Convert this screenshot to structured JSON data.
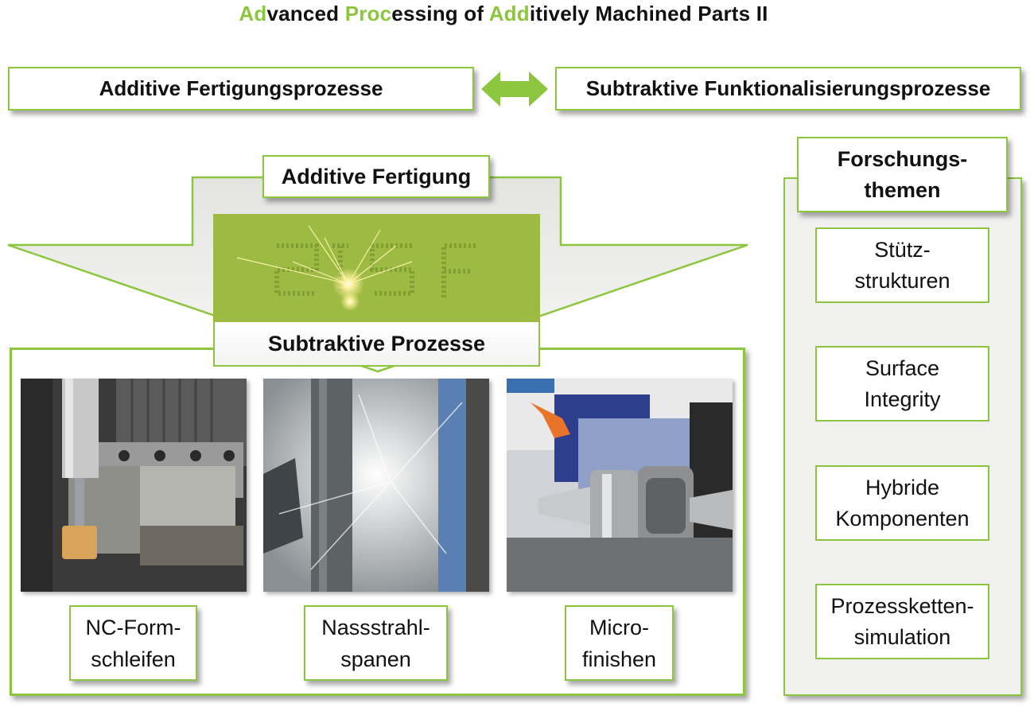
{
  "title": {
    "p1": "Ad",
    "p2": "vanced ",
    "p3": "Proc",
    "p4": "essing of ",
    "p5": "Add",
    "p6": "itively Machined Parts II"
  },
  "top_row": {
    "left": "Additive Fertigungsprozesse",
    "right": "Subtraktive Funktionalisierungsprozesse"
  },
  "funnel": {
    "top_label": "Additive Fertigung",
    "bottom_label": "Subtraktive Prozesse"
  },
  "photos": [
    {
      "label_line1": "NC-Form-",
      "label_line2": "schleifen"
    },
    {
      "label_line1": "Nassstrahl-",
      "label_line2": "spanen"
    },
    {
      "label_line1": "Micro-",
      "label_line2": "finishen"
    }
  ],
  "research": {
    "heading_line1": "Forschungs-",
    "heading_line2": "themen",
    "topics": [
      {
        "line1": "Stütz-",
        "line2": "strukturen"
      },
      {
        "line1": "Surface",
        "line2": "Integrity"
      },
      {
        "line1": "Hybride",
        "line2": "Komponenten"
      },
      {
        "line1": "Prozessketten-",
        "line2": "simulation"
      }
    ]
  },
  "colors": {
    "accent": "#8cc63f",
    "panel": "#f0f0ef"
  }
}
